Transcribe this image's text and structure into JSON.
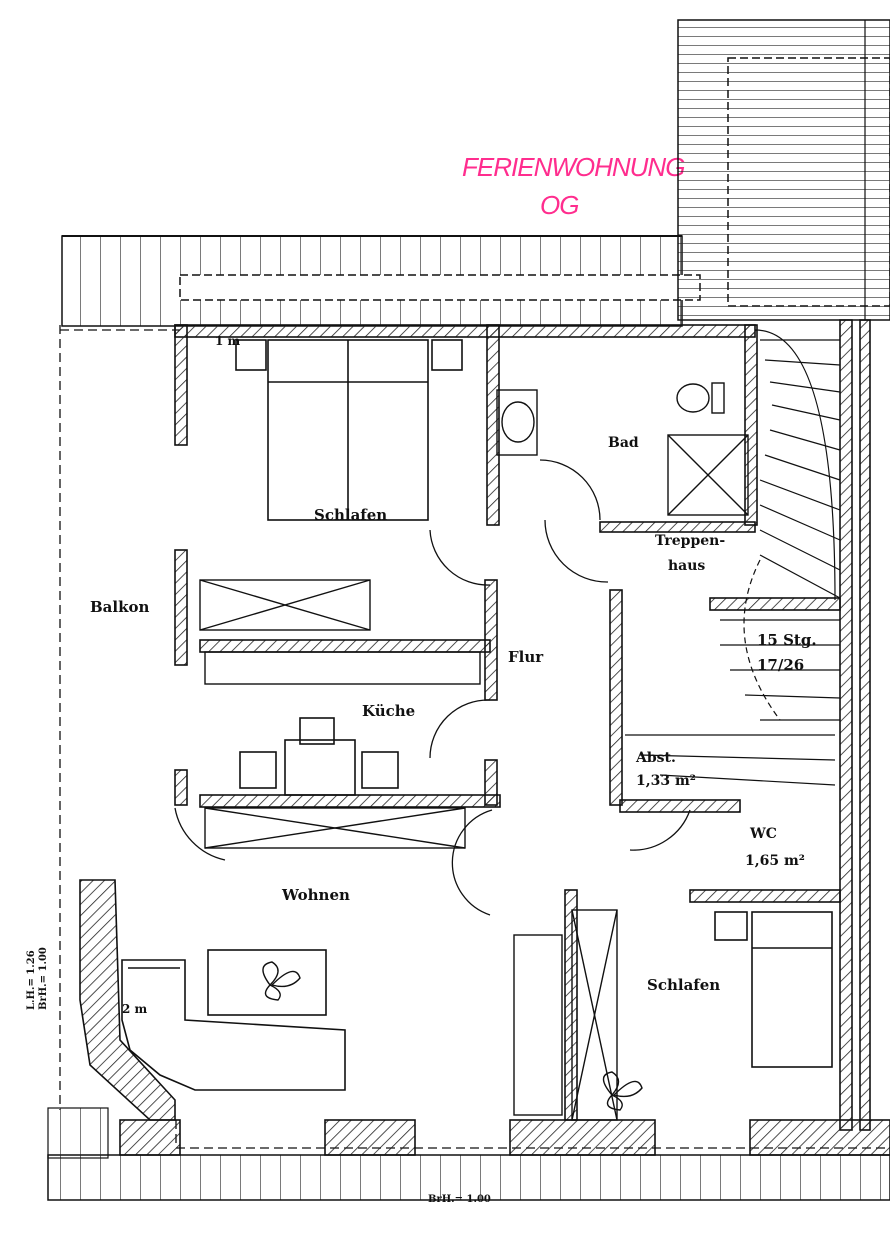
{
  "title": {
    "line1": "FERIENWOHNUNG",
    "line2": "OG",
    "color": "#ff2d8e"
  },
  "rooms": [
    {
      "key": "schlafen_top",
      "label": "Schlafen"
    },
    {
      "key": "bad",
      "label": "Bad"
    },
    {
      "key": "treppenhaus_1",
      "label": "Treppen-"
    },
    {
      "key": "treppenhaus_2",
      "label": "haus"
    },
    {
      "key": "balkon",
      "label": "Balkon"
    },
    {
      "key": "flur",
      "label": "Flur"
    },
    {
      "key": "kueche",
      "label": "Küche"
    },
    {
      "key": "wohnen",
      "label": "Wohnen"
    },
    {
      "key": "schlafen_bottom",
      "label": "Schlafen"
    }
  ],
  "annotations": {
    "stairs_1": "15 Stg.",
    "stairs_2": "17/26",
    "abst_1": "Abst.",
    "abst_2": "1,33 m²",
    "wc_1": "WC",
    "wc_2": "1,65 m²",
    "dim_lh": "L.H.= 1.26",
    "dim_brh": "BrH.= 1.00",
    "dim_brh_bottom": "BrH.= 1.00",
    "mark_1m": "1 m",
    "mark_2m": "2 m"
  },
  "colors": {
    "line": "#111111",
    "hatch": "#222222",
    "background": "#ffffff"
  }
}
